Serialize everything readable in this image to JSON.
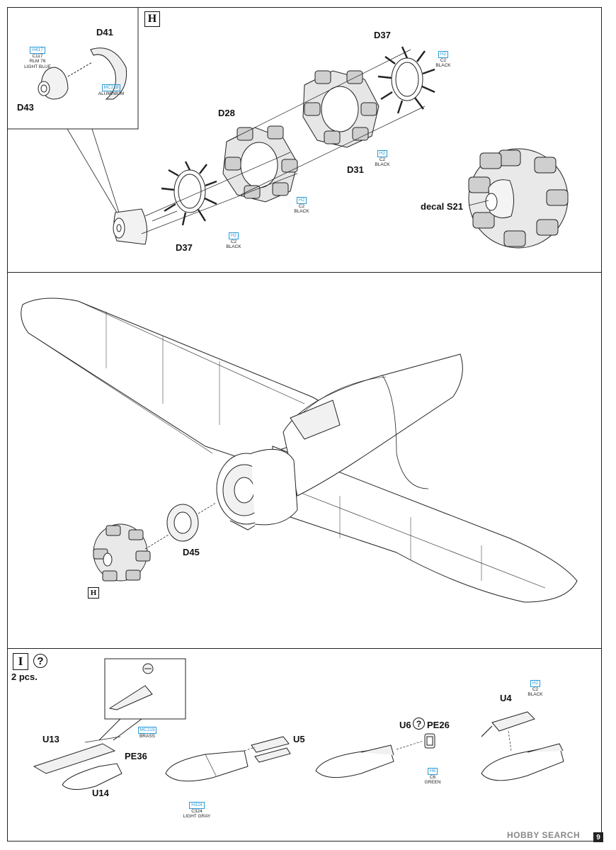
{
  "step_h": {
    "marker": "H",
    "inset_parts": [
      "D41",
      "D43"
    ],
    "parts": [
      "D37",
      "D28",
      "D37",
      "D31"
    ],
    "decal": "decal S21",
    "colors": [
      {
        "code": "H417",
        "lines": [
          "C117",
          "RLM 76",
          "LIGHT BLUE"
        ]
      },
      {
        "code": "MC218",
        "lines": [
          "ALUMINIUM"
        ]
      },
      {
        "code": "H2",
        "lines": [
          "C2",
          "BLACK"
        ]
      },
      {
        "code": "H2",
        "lines": [
          "C2",
          "BLACK"
        ]
      },
      {
        "code": "H2",
        "lines": [
          "C2",
          "BLACK"
        ]
      },
      {
        "code": "H2",
        "lines": [
          "C2",
          "BLACK"
        ]
      }
    ]
  },
  "step_main": {
    "part": "D45",
    "subassembly_marker": "H"
  },
  "step_i": {
    "marker": "I",
    "optional_symbol": "?",
    "quantity": "2 pcs.",
    "parts": [
      "U13",
      "PE36",
      "U14",
      "U5",
      "U6",
      "PE26",
      "U4"
    ],
    "colors": [
      {
        "code": "MC219",
        "lines": [
          "BRASS"
        ]
      },
      {
        "code": "H324",
        "lines": [
          "C324",
          "LIGHT GRAY"
        ]
      },
      {
        "code": "H6",
        "lines": [
          "C6",
          "GREEN"
        ]
      },
      {
        "code": "H2",
        "lines": [
          "C2",
          "BLACK"
        ]
      }
    ]
  },
  "footer": {
    "page_number": "9",
    "watermark": "HOBBY SEARCH"
  },
  "accent_color": "#2a9bd8"
}
